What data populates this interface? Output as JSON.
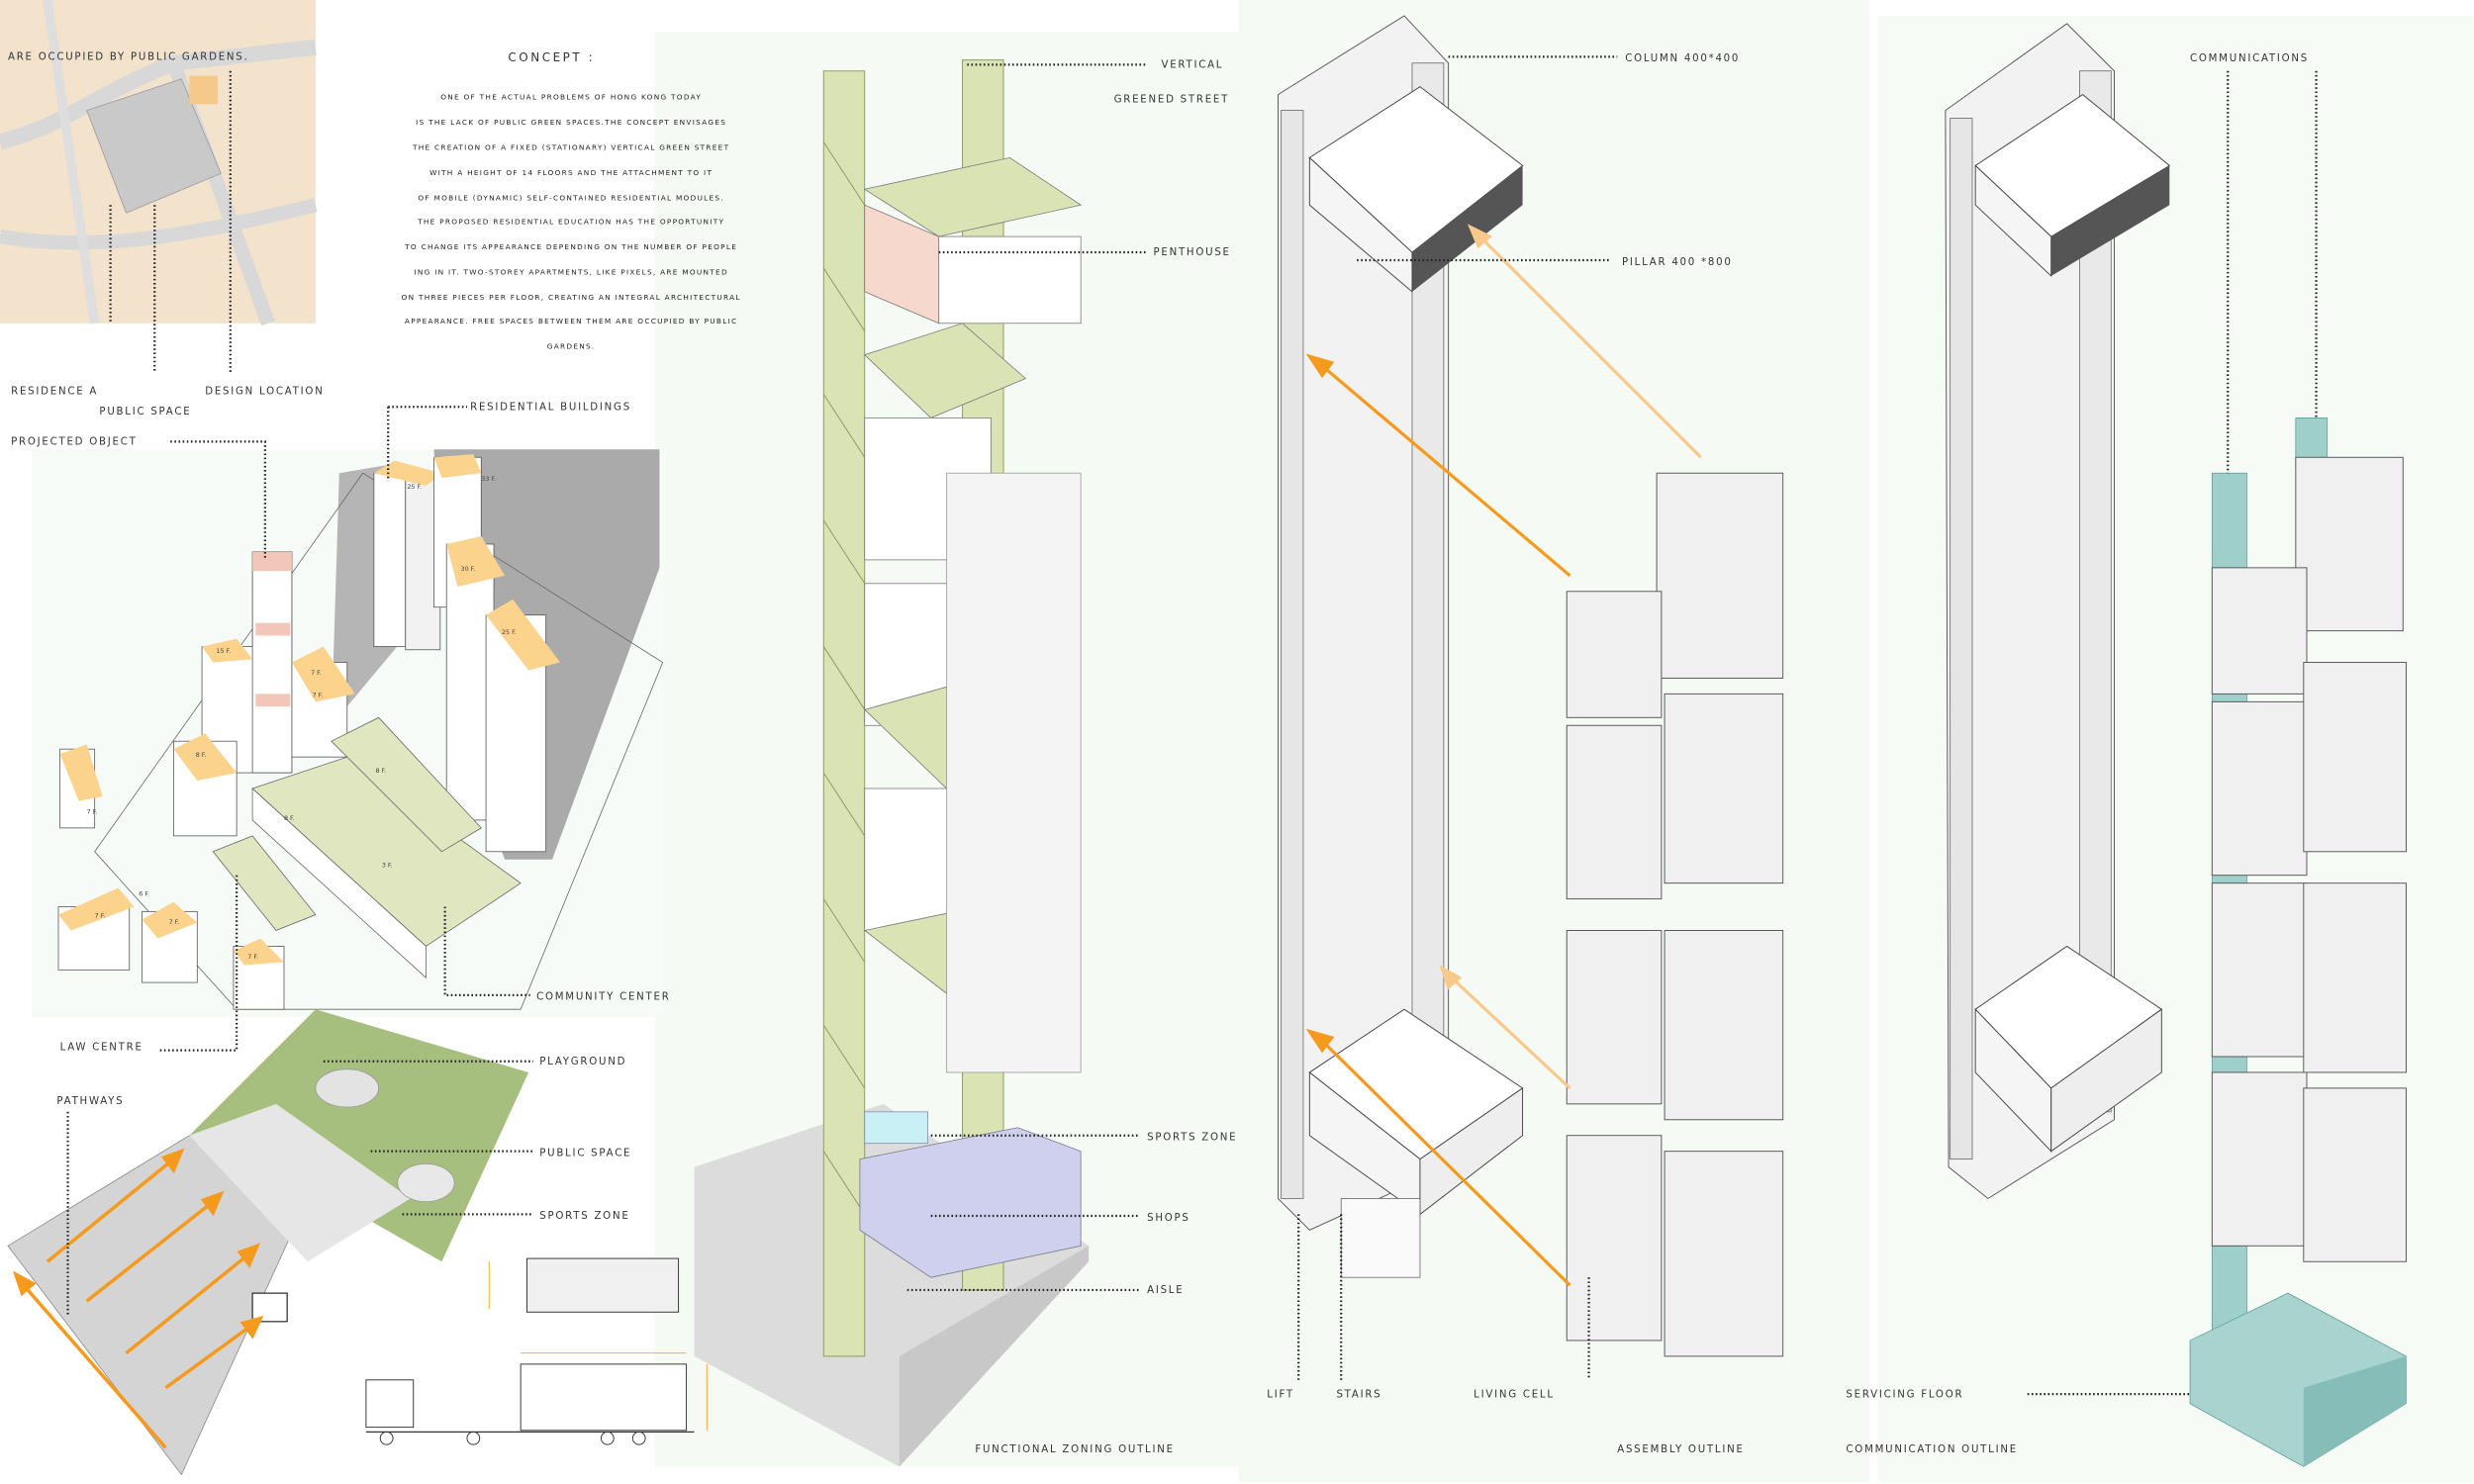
{
  "site_map": {
    "caption": "ARE OCCUPIED BY PUBLIC GARDENS.",
    "labels": {
      "residence": "RESIDENCE A",
      "design_location": "DESIGN LOCATION",
      "public_space": "PUBLIC SPACE"
    }
  },
  "concept": {
    "title": "CONCEPT :",
    "lines": [
      "ONE OF THE ACTUAL PROBLEMS OF HONG KONG TODAY",
      "IS THE LACK OF PUBLIC GREEN SPACES.THE CONCEPT ENVISAGES",
      "THE CREATION OF A FIXED (STATIONARY) VERTICAL GREEN STREET",
      "WITH A HEIGHT OF 14 FLOORS AND THE ATTACHMENT TO IT",
      "OF MOBILE (DYNAMIC) SELF-CONTAINED RESIDENTIAL MODULES.",
      "THE PROPOSED RESIDENTIAL EDUCATION HAS THE OPPORTUNITY",
      "TO CHANGE ITS APPEARANCE DEPENDING ON THE NUMBER OF PEOPLE",
      "ING IN IT. TWO-STOREY APARTMENTS, LIKE PIXELS, ARE MOUNTED",
      "ON THREE PIECES PER FLOOR, CREATING AN INTEGRAL ARCHITECTURAL",
      "APPEARANCE. FREE SPACES BETWEEN THEM ARE OCCUPIED BY PUBLIC",
      "GARDENS."
    ]
  },
  "context": {
    "projected_object": "PROJECTED OBJECT",
    "residential_buildings": "RESIDENTIAL BUILDINGS",
    "community_center": "COMMUNITY CENTER",
    "law_centre": "LAW CENTRE",
    "floors": [
      "25 F.",
      "33 F.",
      "30 F.",
      "25 F.",
      "15 F.",
      "7 F.",
      "7 F.",
      "8 F.",
      "7 F.",
      "8 F.",
      "8 F.",
      "3 F.",
      "6 F.",
      "7 F.",
      "7 F.",
      "7 F."
    ]
  },
  "site_plan": {
    "pathways": "PATHWAYS",
    "playground": "PLAYGROUND",
    "public_space": "PUBLIC SPACE",
    "sports_zone": "SPORTS ZONE"
  },
  "functional": {
    "vertical": "VERTICAL",
    "greened_street": "GREENED STREET",
    "penthouse": "PENTHOUSE",
    "sports_zone": "SPORTS ZONE",
    "shops": "SHOPS",
    "aisle": "AISLE",
    "title": "FUNCTIONAL ZONING OUTLINE"
  },
  "assembly": {
    "column": "COLUMN 400*400",
    "pillar": "PILLAR 400 *800",
    "lift": "LIFT",
    "stairs": "STAIRS",
    "living_cell": "LIVING CELL",
    "title": "ASSEMBLY OUTLINE"
  },
  "communication": {
    "communications": "COMMUNICATIONS",
    "servicing_floor": "SERVICING FLOOR",
    "title": "COMMUNICATION OUTLINE"
  },
  "colors": {
    "green": "#d9e3b4",
    "orange": "#f5a623",
    "roof": "#fbd38c",
    "teal": "#9fcfcb",
    "pink": "#f2c6b8",
    "shops": "#cfd0ee"
  }
}
